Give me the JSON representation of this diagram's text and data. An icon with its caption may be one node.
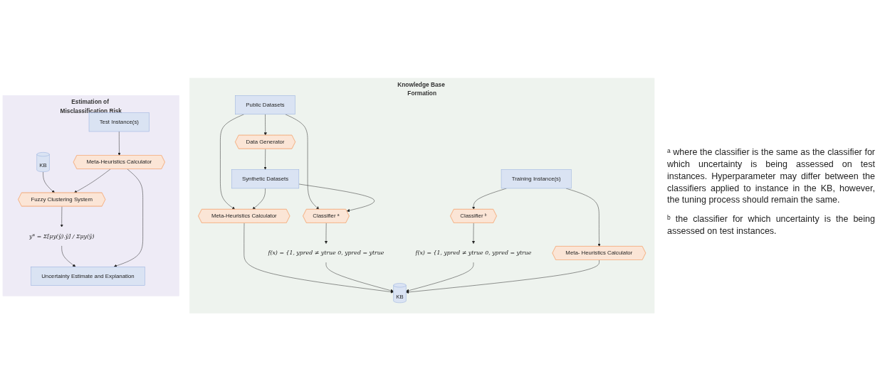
{
  "diagram": {
    "nodes": [
      {
        "text": [
          "Knowledge Base Formation"
        ]
      },
      {
        "text": [
          "Public Datasets"
        ],
        "in": 0
      },
      {
        "text": [
          "Data Generator"
        ],
        "in": 0
      },
      {
        "text": [
          "Synthetic Datasets"
        ],
        "in": 0
      },
      {
        "text": [
          "Meta-Heuristics Calculator"
        ],
        "in": 0
      },
      {
        "text": [
          "Classifier ᵃ"
        ],
        "in": 0
      },
      {
        "text": [
          "f(x) = {1, ypred ≠ ytrue 0, ypred = ytrue"
        ],
        "in": 0
      },
      {
        "text": [
          "KB"
        ],
        "in": 0
      },
      {
        "text": [
          "f(x) = {1, ypred ≠ ytrue 0, ypred = ytrue"
        ],
        "in": 0
      },
      {
        "text": [
          "Meta- Heuristics Calculator"
        ],
        "in": 0
      },
      {
        "text": [
          "Classifier ᵇ"
        ],
        "in": 0
      },
      {
        "text": [
          "Training Instance(s)"
        ],
        "in": 0
      },
      {
        "text": [
          "Estimation of Misclassification Risk"
        ]
      },
      {
        "text": [
          "KB"
        ],
        "in": 12
      },
      {
        "text": [
          "Test Instance(s)"
        ],
        "in": 12
      },
      {
        "text": [
          "Fuzzy Clustering System"
        ],
        "in": 12
      },
      {
        "text": [
          "Meta-Heuristics Calculator"
        ],
        "in": 12
      },
      {
        "text": [
          "y* = Σ[μy(ȳ).ȳ] / Σμy(ȳ)"
        ],
        "in": 12
      },
      {
        "text": [
          "Uncertainty Estimate and Explanation"
        ],
        "in": 12
      }
    ],
    "edges": [
      {
        "from": 1,
        "to": 2,
        "arrow": "to"
      },
      {
        "from": 2,
        "to": 3,
        "arrow": "to"
      },
      {
        "from": 1,
        "to": 4,
        "arrow": "to"
      },
      {
        "from": 1,
        "to": 5,
        "arrow": "to"
      },
      {
        "from": 3,
        "to": 4,
        "arrow": "to"
      },
      {
        "from": 3,
        "to": 5,
        "arrow": "to"
      },
      {
        "from": 5,
        "to": 6,
        "arrow": "to"
      },
      {
        "from": 4,
        "to": 7,
        "arrow": "to"
      },
      {
        "from": 6,
        "to": 7,
        "arrow": "to"
      },
      {
        "from": 8,
        "to": 7,
        "arrow": "to"
      },
      {
        "from": 9,
        "to": 7,
        "arrow": "to"
      },
      {
        "from": 10,
        "to": 8,
        "arrow": "to"
      },
      {
        "from": 11,
        "to": 9,
        "arrow": "to"
      },
      {
        "from": 11,
        "to": 10,
        "arrow": "to"
      },
      {
        "from": 13,
        "to": 15,
        "arrow": "to"
      },
      {
        "from": 14,
        "to": 16,
        "arrow": "to"
      },
      {
        "from": 16,
        "to": 15,
        "arrow": "to"
      },
      {
        "from": 15,
        "to": 17,
        "arrow": "to"
      },
      {
        "from": 16,
        "to": 18,
        "arrow": "to"
      },
      {
        "from": 17,
        "to": 18,
        "arrow": "to"
      }
    ],
    "labels": [
      "ᵃ where the classifier is the same as the classifier for which uncertainty is being assessed on test instances. Hyperparameter may differ between the classifiers applied to instance in the KB, however, the tuning process should remain the same.",
      "ᵇ the classifier for which uncertainty is the being assessed on test instances."
    ]
  }
}
